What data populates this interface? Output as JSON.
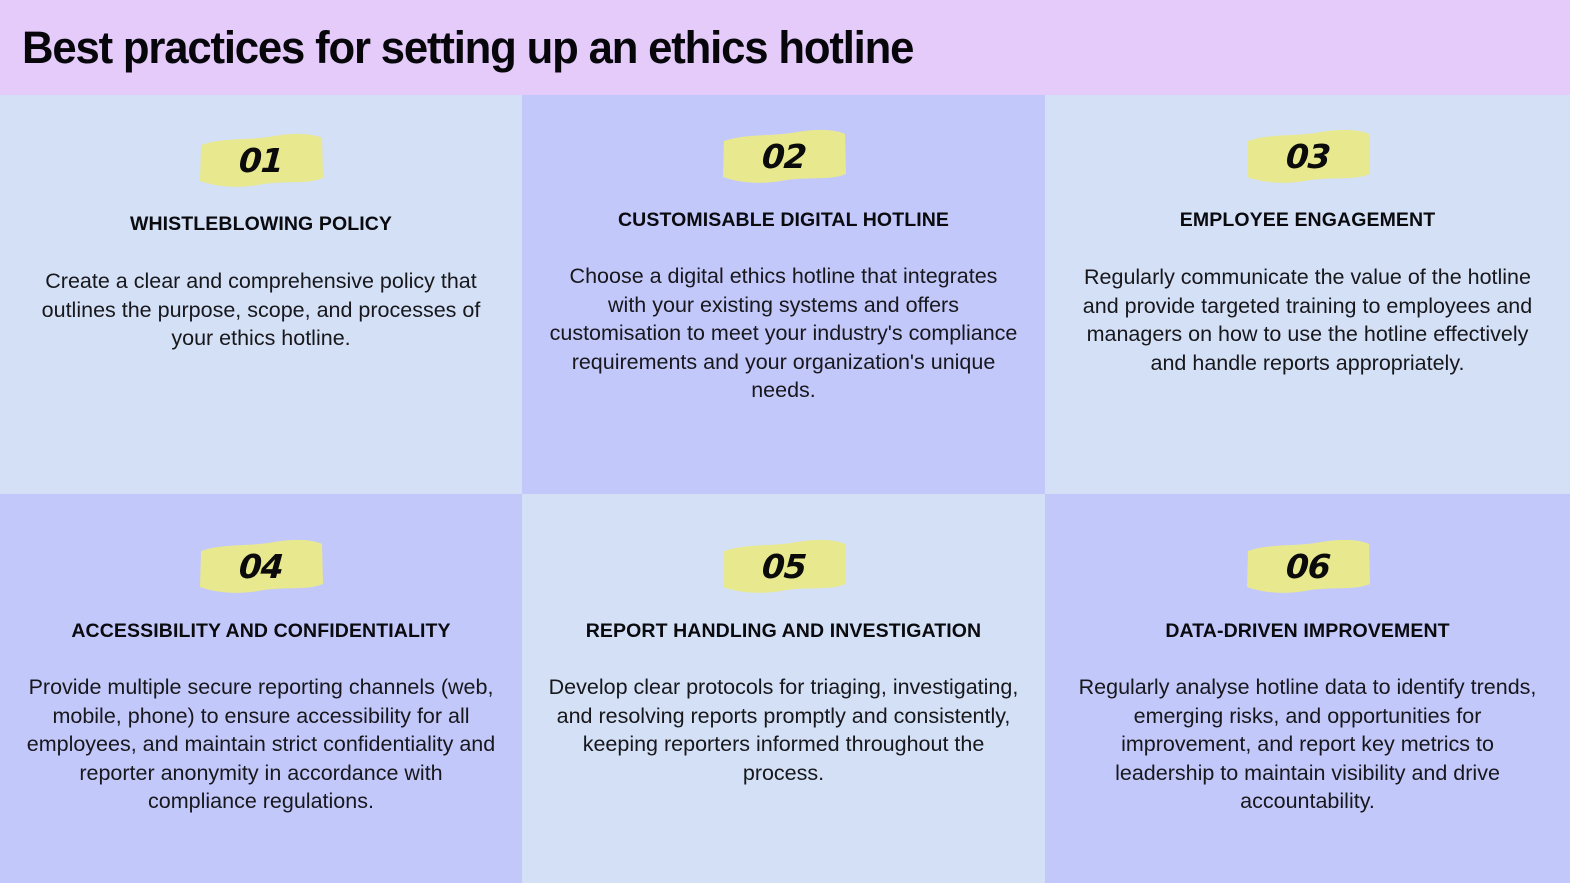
{
  "header": {
    "title": "Best practices for setting up an ethics hotline",
    "background_color": "#e4cbfa",
    "text_color": "#07070b"
  },
  "palette": {
    "light_blue": "#d3e0f5",
    "periwinkle": "#c3c8fa",
    "highlight_yellow": "#e8e88f",
    "ink": "#0a0a0f"
  },
  "cards": [
    {
      "number": "01",
      "heading": "WHISTLEBLOWING POLICY",
      "body": "Create a clear and comprehensive policy that outlines the purpose, scope, and processes of your ethics hotline.",
      "background": "light_blue"
    },
    {
      "number": "02",
      "heading": "CUSTOMISABLE DIGITAL HOTLINE",
      "body": "Choose a digital ethics hotline that integrates with your existing systems and offers customisation to meet your industry's compliance requirements and your organization's unique needs.",
      "background": "periwinkle"
    },
    {
      "number": "03",
      "heading": "EMPLOYEE ENGAGEMENT",
      "body": "Regularly communicate the value of the hotline and provide targeted training to employees and managers on how to use the hotline effectively and handle reports appropriately.",
      "background": "light_blue"
    },
    {
      "number": "04",
      "heading": "ACCESSIBILITY AND CONFIDENTIALITY",
      "body": "Provide multiple secure reporting channels (web, mobile, phone) to ensure accessibility for all employees, and maintain strict confidentiality and reporter anonymity in accordance with compliance regulations.",
      "background": "periwinkle"
    },
    {
      "number": "05",
      "heading": "REPORT HANDLING AND INVESTIGATION",
      "body": "Develop clear protocols for triaging, investigating, and resolving reports promptly and consistently, keeping reporters informed throughout the process.",
      "background": "light_blue"
    },
    {
      "number": "06",
      "heading": "DATA-DRIVEN IMPROVEMENT",
      "body": "Regularly analyse hotline data to identify trends, emerging risks, and opportunities for improvement, and report key metrics to leadership to maintain visibility and drive accountability.",
      "background": "periwinkle"
    }
  ]
}
